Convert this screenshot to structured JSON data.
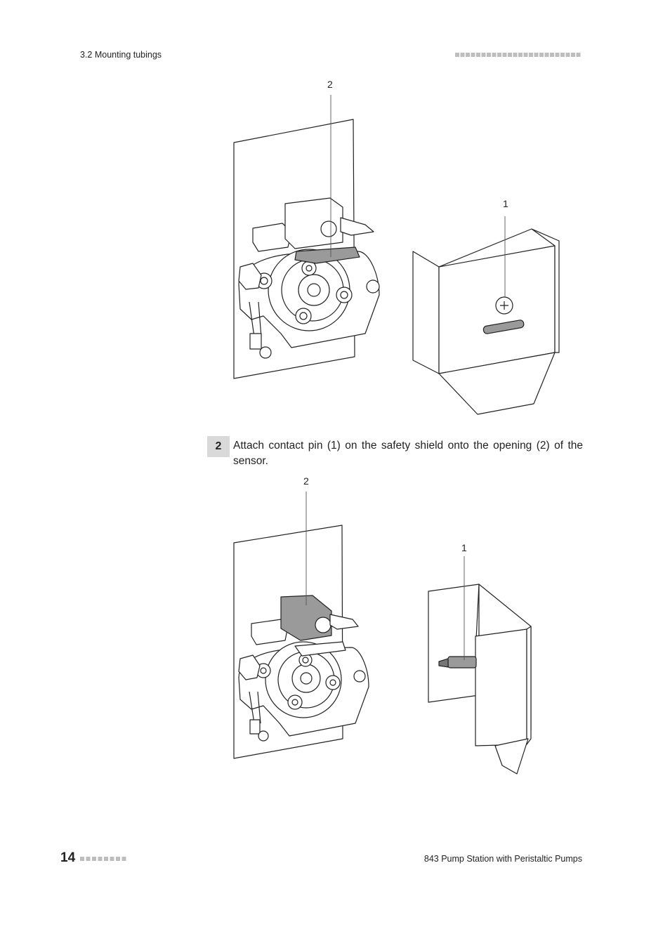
{
  "header": {
    "section": "3.2 Mounting tubings"
  },
  "figure1": {
    "callout_1": "1",
    "callout_2": "2"
  },
  "step": {
    "number": "2",
    "text": "Attach contact pin (1) on the safety shield onto the opening (2) of the sensor."
  },
  "figure2": {
    "callout_1": "1",
    "callout_2": "2"
  },
  "footer": {
    "page_number": "14",
    "document_title": "843 Pump Station with Peristaltic Pumps"
  },
  "colors": {
    "highlight_part": "#9a9a9a",
    "step_badge": "#d9d9d9",
    "dot_marks": "#bdbdbd"
  }
}
